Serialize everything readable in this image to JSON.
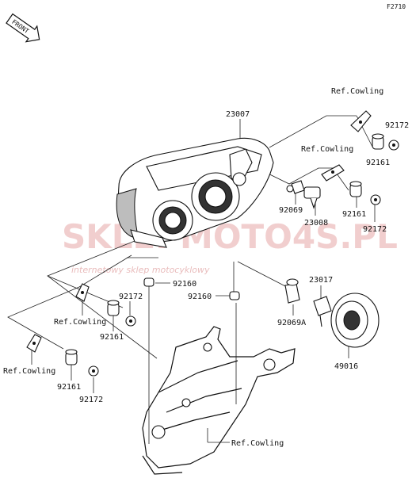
{
  "diagram_code": "F2710",
  "front_marker": "FRONT",
  "watermark": {
    "text": "SKLEPMOTO4S.PL",
    "subtitle": "internetowy sklep motocyklowy"
  },
  "labels": {
    "p23007": "23007",
    "ref_cowling_top": "Ref.Cowling",
    "p92172_top": "92172",
    "p92161_top": "92161",
    "ref_cowling_mid": "Ref.Cowling",
    "p92069": "92069",
    "p23008": "23008",
    "p92161_mid": "92161",
    "p92172_mid": "92172",
    "p92160_left": "92160",
    "p92160_center": "92160",
    "p23017": "23017",
    "p92069a": "92069A",
    "p49016": "49016",
    "p92172_left": "92172",
    "ref_cowling_left": "Ref.Cowling",
    "p92161_left": "92161",
    "ref_cowling_bottom_left": "Ref.Cowling",
    "p92161_bottom": "92161",
    "p92172_bottom": "92172",
    "ref_cowling_frame": "Ref.Cowling"
  },
  "colors": {
    "line": "#222222",
    "watermark": "#e6a7a7"
  }
}
